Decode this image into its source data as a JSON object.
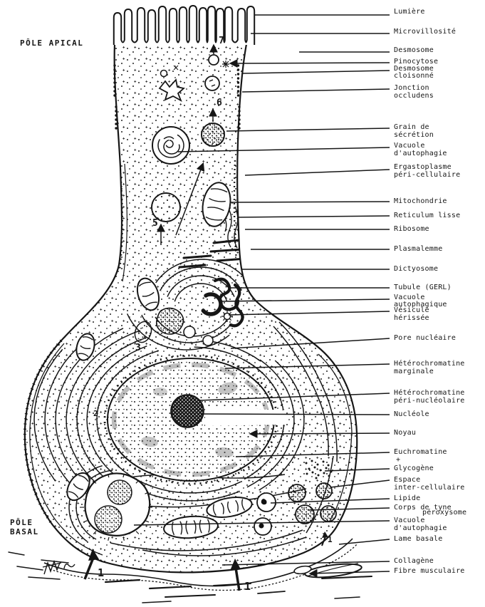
{
  "poles": {
    "apical": "PÔLE APICAL",
    "basal": "PÔLE\nBASAL"
  },
  "labels": [
    {
      "slug": "lumiere",
      "lines": [
        "Lumière"
      ]
    },
    {
      "slug": "microvillosite",
      "lines": [
        "Microvillosité"
      ]
    },
    {
      "slug": "desmosome",
      "lines": [
        "Desmosome"
      ]
    },
    {
      "slug": "pinocytose",
      "lines": [
        "Pinocytose"
      ]
    },
    {
      "slug": "desmosome-cloisonne",
      "lines": [
        "Desmosome",
        "cloisonné"
      ]
    },
    {
      "slug": "jonction-occludens",
      "lines": [
        "Jonction",
        "occludens"
      ]
    },
    {
      "slug": "grain-de-secretion",
      "lines": [
        "Grain de",
        "sécrétion"
      ]
    },
    {
      "slug": "vacuole-autophagie-apicale",
      "lines": [
        "Vacuole",
        "d'autophagie"
      ]
    },
    {
      "slug": "ergastoplasme-pericellulaire",
      "lines": [
        "Ergastoplasme",
        "péri-cellulaire"
      ]
    },
    {
      "slug": "mitochondrie",
      "lines": [
        "Mitochondrie"
      ]
    },
    {
      "slug": "reticulum-lisse",
      "lines": [
        "Reticulum lisse"
      ]
    },
    {
      "slug": "ribosome",
      "lines": [
        "Ribosome"
      ]
    },
    {
      "slug": "plasmalemme",
      "lines": [
        "Plasmalemme"
      ]
    },
    {
      "slug": "dictyosome",
      "lines": [
        "Dictyosome"
      ]
    },
    {
      "slug": "tubule-gerl",
      "lines": [
        "Tubule (GERL)"
      ]
    },
    {
      "slug": "vacuole-autophagique",
      "lines": [
        "Vacuole",
        "autophagique"
      ]
    },
    {
      "slug": "vesicule-herissee",
      "lines": [
        "Vésicule",
        "hérissée"
      ]
    },
    {
      "slug": "pore-nucleaire",
      "lines": [
        "Pore nucléaire"
      ]
    },
    {
      "slug": "heterochromatine-marginale",
      "lines": [
        "Hétérochromatine",
        "marginale"
      ]
    },
    {
      "slug": "heterochromatine-perinucleolaire",
      "lines": [
        "Hétérochromatine",
        "péri-nucléolaire"
      ]
    },
    {
      "slug": "nucleole",
      "lines": [
        "Nucléole"
      ]
    },
    {
      "slug": "noyau",
      "lines": [
        "Noyau"
      ]
    },
    {
      "slug": "euchromatine",
      "lines": [
        "Euchromatine"
      ]
    },
    {
      "slug": "glycogene",
      "lines": [
        "Glycogène"
      ]
    },
    {
      "slug": "espace-intercellulaire",
      "lines": [
        "Espace",
        "inter-cellulaire"
      ]
    },
    {
      "slug": "lipide",
      "lines": [
        "Lipide"
      ]
    },
    {
      "slug": "corps-de-type",
      "lines": [
        "Corps de tyne"
      ]
    },
    {
      "slug": "peroxysome",
      "lines": [
        "péroxysome"
      ]
    },
    {
      "slug": "vacuole-autophagie-basale",
      "lines": [
        "Vacuole",
        "d'autophagie"
      ]
    },
    {
      "slug": "lame-basale",
      "lines": [
        "Lame basale"
      ]
    },
    {
      "slug": "collagene",
      "lines": [
        "Collagène"
      ]
    },
    {
      "slug": "fibre-musculaire",
      "lines": [
        "Fibre musculaire"
      ]
    }
  ],
  "markers": {
    "n1": "1",
    "n2": "2",
    "n3": "3",
    "n5": "5",
    "n6": "6",
    "n7": "7",
    "plus": "+"
  },
  "colors": {
    "ink": "#161616",
    "paper": "#ffffff"
  }
}
